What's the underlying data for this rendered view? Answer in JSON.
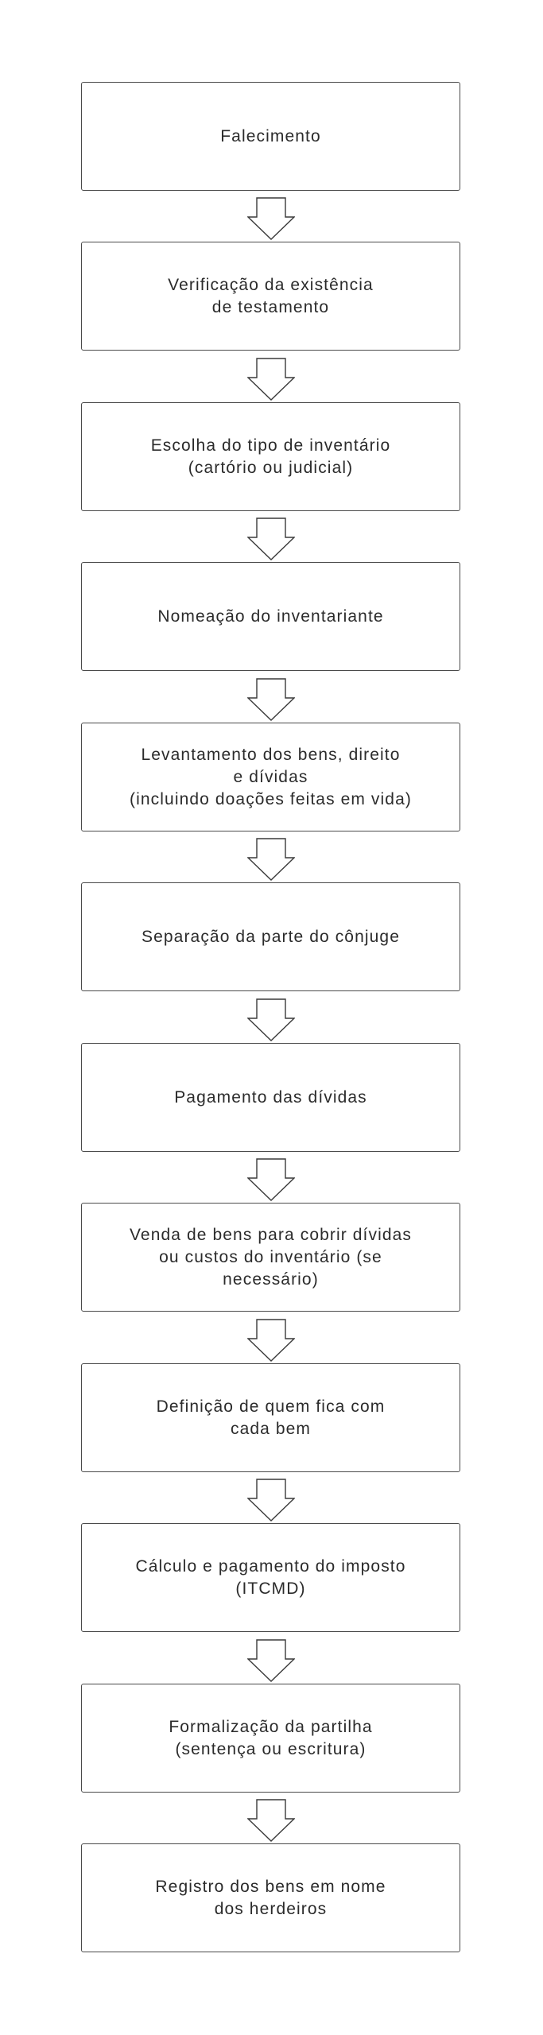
{
  "diagram": {
    "type": "flowchart",
    "direction": "top-to-bottom",
    "colors": {
      "border": "#4a4a4a",
      "text": "#2b2b2b",
      "background": "#ffffff"
    },
    "steps": [
      {
        "label": "Falecimento"
      },
      {
        "label": "Verificação da existência\nde testamento"
      },
      {
        "label": "Escolha do tipo de inventário\n(cartório ou judicial)"
      },
      {
        "label": "Nomeação do inventariante"
      },
      {
        "label": "Levantamento dos bens, direito\ne dívidas\n(incluindo doações feitas em vida)"
      },
      {
        "label": "Separação da parte do cônjuge"
      },
      {
        "label": "Pagamento das dívidas"
      },
      {
        "label": "Venda de bens para cobrir dívidas\nou custos do inventário (se\nnecessário)"
      },
      {
        "label": "Definição de quem fica com\ncada bem"
      },
      {
        "label": "Cálculo e pagamento do imposto\n(ITCMD)"
      },
      {
        "label": "Formalização da partilha\n(sentença ou escritura)"
      },
      {
        "label": "Registro dos bens em nome\ndos herdeiros"
      }
    ],
    "connector_icon": "down-arrow-outline"
  }
}
